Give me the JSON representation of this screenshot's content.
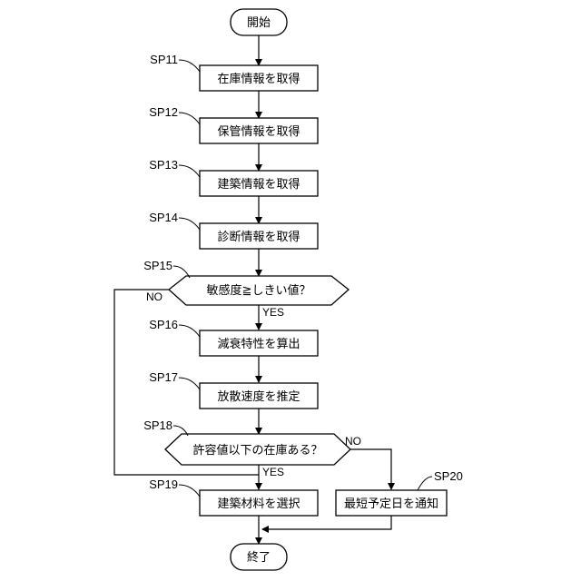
{
  "start": "開始",
  "end": "終了",
  "steps": [
    {
      "id": "SP11",
      "text": "在庫情報を取得"
    },
    {
      "id": "SP12",
      "text": "保管情報を取得"
    },
    {
      "id": "SP13",
      "text": "建築情報を取得"
    },
    {
      "id": "SP14",
      "text": "診断情報を取得"
    },
    {
      "id": "SP15",
      "text": "敏感度≧しきい値？"
    },
    {
      "id": "SP16",
      "text": "減衰特性を算出"
    },
    {
      "id": "SP17",
      "text": "放散速度を推定"
    },
    {
      "id": "SP18",
      "text": "許容値以下の在庫ある？"
    },
    {
      "id": "SP19",
      "text": "建築材料を選択"
    },
    {
      "id": "SP20",
      "text": "最短予定日を通知"
    }
  ],
  "branches": {
    "sp15_yes": "YES",
    "sp15_no": "NO",
    "sp18_yes": "YES",
    "sp18_no": "NO"
  }
}
